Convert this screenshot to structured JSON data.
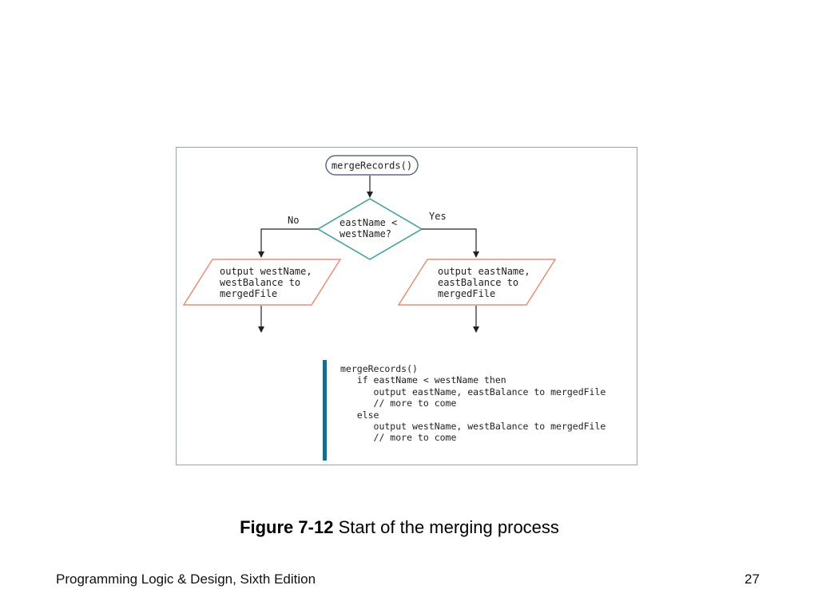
{
  "flowchart": {
    "start_label": "mergeRecords()",
    "decision_line1": "eastName <",
    "decision_line2": "westName?",
    "no_label": "No",
    "yes_label": "Yes",
    "left_output": [
      "output westName,",
      "westBalance to",
      "mergedFile"
    ],
    "right_output": [
      "output eastName,",
      "eastBalance to",
      "mergedFile"
    ]
  },
  "pseudocode": {
    "lines": [
      "mergeRecords()",
      "   if eastName < westName then",
      "      output eastName, eastBalance to mergedFile",
      "      // more to come",
      "   else",
      "      output westName, westBalance to mergedFile",
      "      // more to come"
    ]
  },
  "caption": {
    "figure_number": "Figure 7-12",
    "text": "Start of the merging process"
  },
  "footer": {
    "book_title": "Programming Logic & Design, Sixth Edition",
    "page_number": "27"
  },
  "colors": {
    "terminal_stroke": "#5b6f80",
    "decision_stroke": "#4aa39c",
    "io_stroke": "#e58f73",
    "code_bar": "#1a6c8c",
    "frame_border": "#9aa3ab"
  }
}
